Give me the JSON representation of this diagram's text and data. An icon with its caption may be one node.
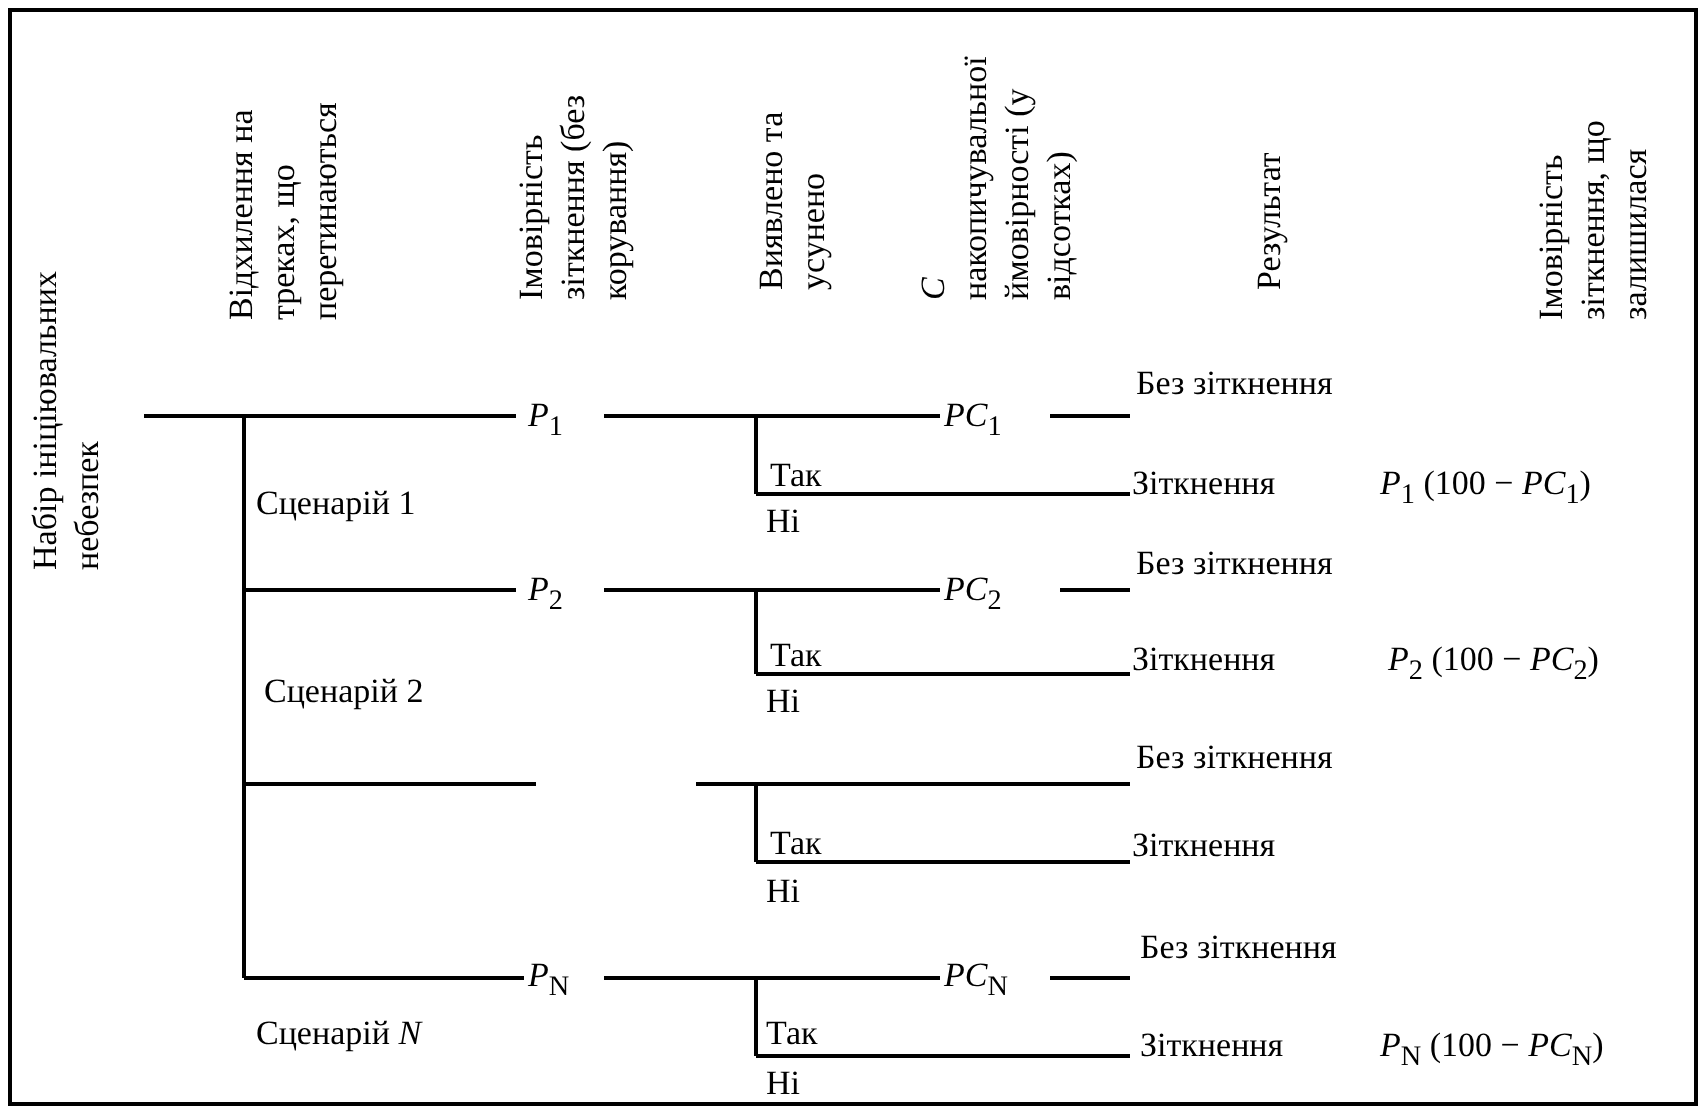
{
  "diagram": {
    "labels": [
      "Набір ініціювальних небезпек",
      "Відхилення на треках, що перетинаються",
      "Імовірність зіткнення (без корування)",
      "Виявлено та усунено",
      "*С* накопичувальної ймовірності (у відсотках)",
      "Результат",
      "Імовірність зіткнення, що залишилася",
      "Без зіткнення",
      "*P*$_{1}$",
      "*PC*$_{1}$",
      "Так",
      "Зіткнення",
      "*P*$_{1}$ (100 − *PC*$_{1}$)",
      "Сценарій 1",
      "Ні",
      "Без зіткнення",
      "*P*$_{2}$",
      "*PC*$_{2}$",
      "Так",
      "Зіткнення",
      "*P*$_{2}$ (100 − *PC*$_{2}$)",
      "Сценарій 2",
      "Ні",
      "Без зіткнення",
      "Так",
      "Зіткнення",
      "Ні",
      "Без зіткнення",
      "*P*$_{N}$",
      "*PC*$_{N}$",
      "Сценарій *N*",
      "Так",
      "Зіткнення",
      "*P*$_{N}$ (100 − *PC*$_{N}$)",
      "Ні"
    ]
  }
}
